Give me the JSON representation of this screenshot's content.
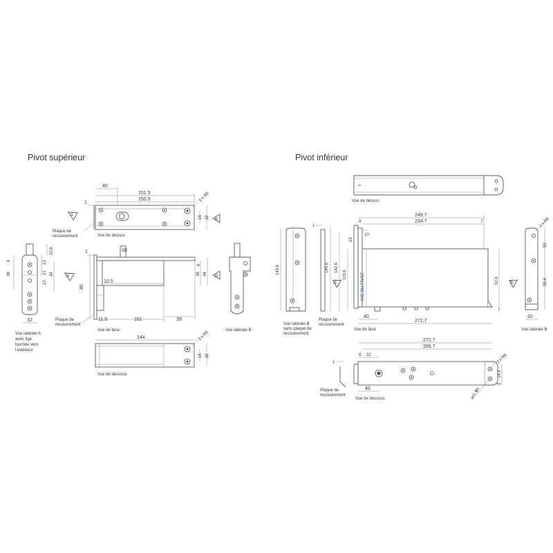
{
  "titles": {
    "left": "Pivot supérieur",
    "right": "Pivot inférieur"
  },
  "views": {
    "vue_de_dessus": "Vue de dessus",
    "vue_de_face": "Vue de face",
    "vue_de_dessous": "Vue de dessous",
    "vue_laterale_b": "Vue latérale B",
    "vue_laterale_b_sans": [
      "Vue latérale B",
      "sans plaque de",
      "recouvrement"
    ],
    "vue_laterale_a": [
      "Vue latérale A",
      "avec tige",
      "tournée vers",
      "l'extérieur"
    ],
    "plaque": [
      "Plaque de",
      "recouvrement"
    ],
    "axe": "AXE DU PIVOT"
  },
  "markers": {
    "a": "A",
    "b": "B"
  },
  "dims_left": {
    "top_40": "40",
    "top_151_5": "151.5",
    "top_150_5": "150.5",
    "one": "1",
    "r8": "2 x R8",
    "top_18": "18",
    "top_32": "32",
    "front_10": "10",
    "front_10_5": "10.5",
    "front_85": "85",
    "front_11_5": "11.5",
    "front_101": "101",
    "front_39": "39",
    "front_38": "38",
    "front_44": "44",
    "front_6": "6",
    "side_6": "6",
    "side_20_6": "20.6",
    "side_38": "38",
    "side_13": "13",
    "side_21": "21",
    "side_10": "10",
    "side_44": "44",
    "side_32": "32",
    "bot_144": "144",
    "bot_18": "18",
    "bot_32": "32"
  },
  "dims_right": {
    "front_249_7": "249.7",
    "front_234_7": "234.7",
    "front_8": "8",
    "front_7": "7",
    "front_10": "10",
    "front_23": "23",
    "front_149_8": "149.8",
    "front_142_6": "142.6",
    "front_119_6": "119.6",
    "front_92_6": "92.6",
    "front_40": "40",
    "front_272_7": "272.7",
    "front_7b": "7",
    "latb_149_6": "149.6",
    "one": "1",
    "side_50": "50",
    "side_99_6": "99.6",
    "side_32": "32",
    "r8": "2 x R8",
    "bot_272_7": "272.7",
    "bot_266_7": "266.7",
    "bot_8": "8",
    "bot_32": "32",
    "bot_40": "40",
    "bot_14_9": "14.9",
    "bot_9": "9",
    "bot_phi5": "ø5",
    "bot_phi11_5": "ø11.5"
  }
}
